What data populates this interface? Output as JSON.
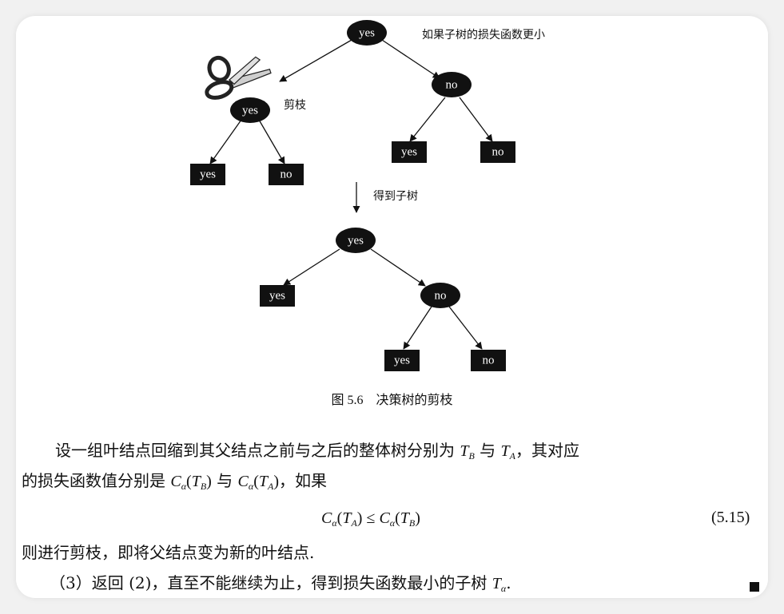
{
  "diagram": {
    "nodes": {
      "root_top": "yes",
      "pruned_yes": "yes",
      "leaf_yes_1": "yes",
      "leaf_no_1": "no",
      "right_no": "no",
      "leaf_yes_2": "yes",
      "leaf_no_2": "no",
      "root_bottom": "yes",
      "bottom_leaf_yes": "yes",
      "bottom_no": "no",
      "bottom_leaf_yes_2": "yes",
      "bottom_leaf_no_2": "no"
    },
    "label_condition": "如果子树的损失函数更小",
    "label_prune": "剪枝",
    "label_result": "得到子树",
    "icons": [
      "scissors-icon",
      "down-arrow-icon"
    ]
  },
  "caption": {
    "number": "图 5.6",
    "title": "决策树的剪枝"
  },
  "text": {
    "p1_a": "设一组叶结点回缩到其父结点之前与之后的整体树分别为 ",
    "p1_b": " 与 ",
    "p1_c": "，其对应",
    "p2_a": "的损失函数值分别是 ",
    "p2_b": " 与 ",
    "p2_c": "，如果",
    "eq_num": "(5.15)",
    "p3": "则进行剪枝，即将父结点变为新的叶结点.",
    "p4_a": "（3）返回 (2)，直至不能继续为止，得到损失函数最小的子树 ",
    "p4_b": "."
  },
  "math": {
    "T": "T",
    "C": "C",
    "sub_B": "B",
    "sub_A": "A",
    "sub_alpha": "α",
    "lparen": "(",
    "rparen": ")",
    "leq": " ≤ "
  }
}
